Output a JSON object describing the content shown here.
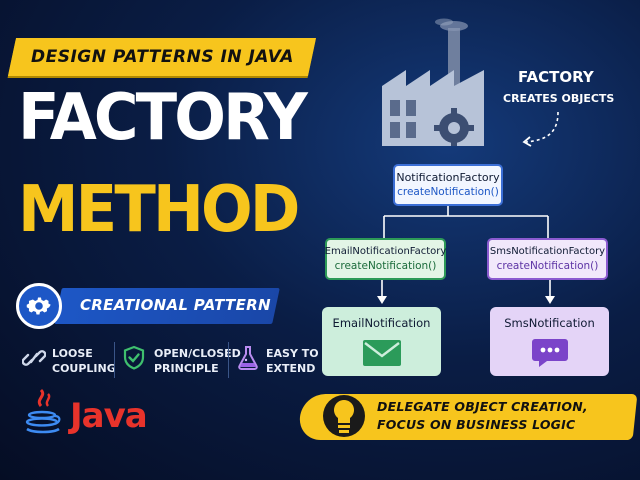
{
  "banner": "DESIGN PATTERNS IN JAVA",
  "title_line1": "FACTORY",
  "title_line2": "METHOD",
  "category": "CREATIONAL PATTERN",
  "features": [
    {
      "text": "LOOSE\nCOUPLING",
      "icon": "link-icon"
    },
    {
      "text": "OPEN/CLOSED\nPRINCIPLE",
      "icon": "shield-check-icon"
    },
    {
      "text": "EASY TO\nEXTEND",
      "icon": "flask-icon"
    }
  ],
  "java_logo_text": "Java",
  "factory_caption": {
    "line1": "FACTORY",
    "line2": "CREATES OBJECTS"
  },
  "diagram": {
    "root": {
      "title": "NotificationFactory",
      "method": "createNotification()"
    },
    "left_factory": {
      "title": "EmailNotificationFactory",
      "method": "createNotification()"
    },
    "right_factory": {
      "title": "SmsNotificationFactory",
      "method": "createNotification()"
    },
    "left_product": {
      "title": "EmailNotification",
      "icon": "envelope-icon"
    },
    "right_product": {
      "title": "SmsNotification",
      "icon": "chat-bubble-icon"
    }
  },
  "tagline": {
    "line1": "DELEGATE OBJECT CREATION,",
    "line2": "FOCUS ON BUSINESS LOGIC"
  },
  "colors": {
    "accent_yellow": "#f7c51d",
    "accent_blue": "#1d57c6",
    "java_red": "#e8332b",
    "background": "#0a1d45"
  }
}
